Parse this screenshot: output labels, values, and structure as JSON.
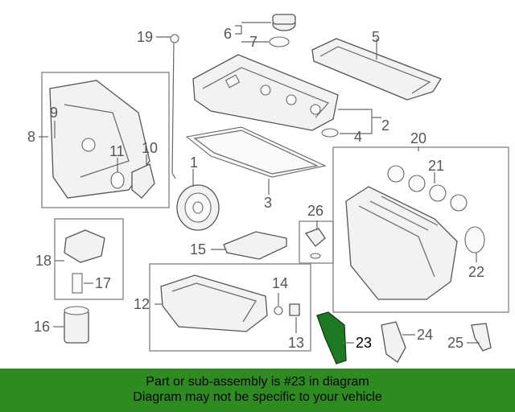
{
  "callouts": {
    "c1": "1",
    "c2": "2",
    "c3": "3",
    "c4": "4",
    "c5": "5",
    "c6": "6",
    "c7": "7",
    "c8": "8",
    "c9": "9",
    "c10": "10",
    "c11": "11",
    "c12": "12",
    "c13": "13",
    "c14": "14",
    "c15": "15",
    "c16": "16",
    "c17": "17",
    "c18": "18",
    "c19": "19",
    "c20": "20",
    "c21": "21",
    "c22": "22",
    "c23": "23",
    "c24": "24",
    "c25": "25",
    "c26": "26"
  },
  "highlighted_part": "23",
  "banner": {
    "line1": "Part or sub-assembly is #23 in diagram",
    "line2": "Diagram may not be specific to your vehicle",
    "color": "#2e8b1f"
  },
  "colors": {
    "highlight": "#1e7a22",
    "line": "#555555"
  }
}
